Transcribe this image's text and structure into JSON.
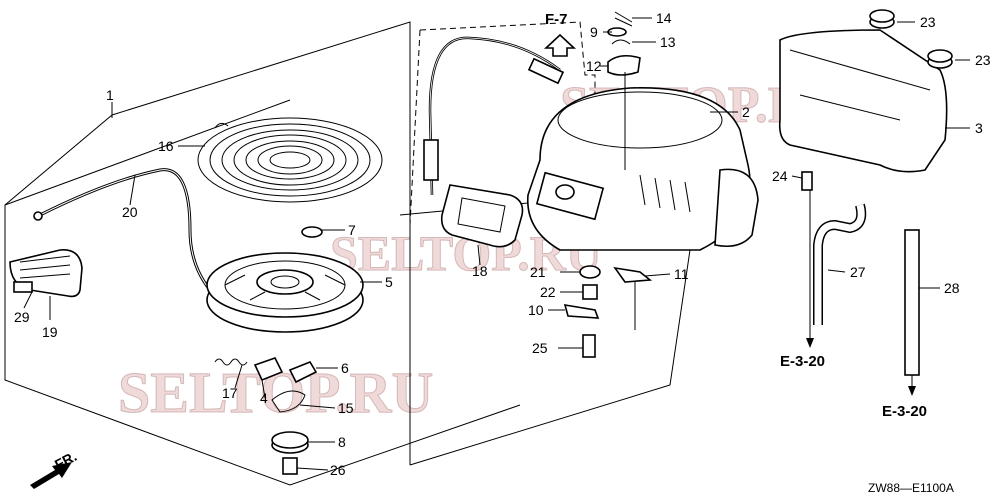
{
  "watermark": "SELTOP.RU",
  "diagram_code": "ZW88—E1100A",
  "direction_label": "FR.",
  "references": {
    "top": "F-7",
    "bottom_left": "E-3-20",
    "bottom_right": "E-3-20"
  },
  "callouts": [
    "1",
    "2",
    "3",
    "4",
    "5",
    "6",
    "7",
    "8",
    "9",
    "10",
    "11",
    "12",
    "13",
    "14",
    "15",
    "16",
    "17",
    "18",
    "19",
    "20",
    "21",
    "22",
    "23",
    "23",
    "24",
    "25",
    "26",
    "27",
    "28",
    "29"
  ]
}
